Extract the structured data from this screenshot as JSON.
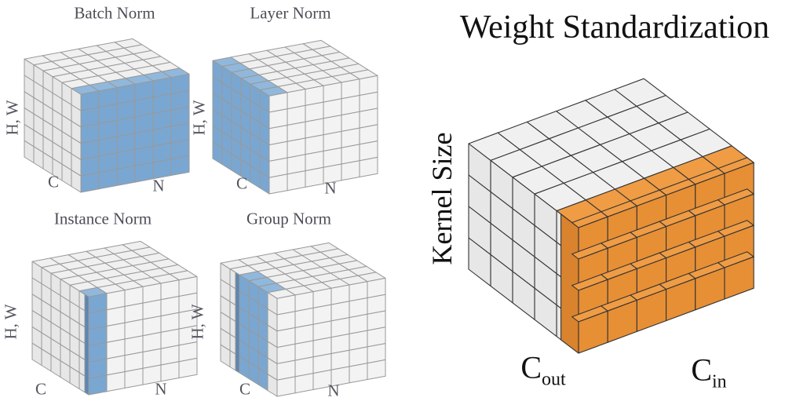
{
  "colors": {
    "blue_face": "#7AA7D1",
    "blue_top": "#90B8DC",
    "blue_side": "#5E87B0",
    "orange_face": "#E78F35",
    "orange_top": "#EF9C45",
    "orange_side": "#D9832E",
    "gray_top": "#F0F0F0",
    "gray_left": "#E7E7E7",
    "gray_right": "#F3F3F3",
    "norm_stroke": "#999999",
    "ws_stroke": "#333333"
  },
  "norm_panel": {
    "cubes": [
      {
        "id": "batch-norm",
        "title": "Batch Norm",
        "axis_vertical": "H, W",
        "axis_left": "C",
        "axis_right": "N",
        "dims": {
          "c": 6,
          "n": 6,
          "z": 6
        },
        "highlight": {
          "face": "right",
          "columns": [
            0,
            1,
            2,
            3,
            4,
            5
          ]
        }
      },
      {
        "id": "layer-norm",
        "title": "Layer Norm",
        "axis_vertical": "H, W",
        "axis_left": "C",
        "axis_right": "N",
        "dims": {
          "c": 6,
          "n": 6,
          "z": 6
        },
        "highlight": {
          "face": "left",
          "columns": [
            0,
            1,
            2,
            3,
            4,
            5
          ]
        }
      },
      {
        "id": "instance-norm",
        "title": "Instance Norm",
        "axis_vertical": "H, W",
        "axis_left": "C",
        "axis_right": "N",
        "dims": {
          "c": 6,
          "n": 6,
          "z": 6
        },
        "highlight": {
          "face": "right",
          "columns": [
            0
          ]
        }
      },
      {
        "id": "group-norm",
        "title": "Group Norm",
        "axis_vertical": "H, W",
        "axis_left": "C",
        "axis_right": "N",
        "dims": {
          "c": 6,
          "n": 6,
          "z": 6
        },
        "highlight": {
          "face": "left",
          "columns": [
            1,
            2,
            3
          ]
        }
      }
    ]
  },
  "ws_panel": {
    "title": "Weight Standardization",
    "cube": {
      "id": "weight-standardization",
      "axis_vertical": "Kernel Size",
      "axis_left": {
        "base": "C",
        "sub": "out"
      },
      "axis_right": {
        "base": "C",
        "sub": "in"
      },
      "dims": {
        "c": 5,
        "n": 6,
        "z": 4
      },
      "highlight": {
        "face": "right",
        "columns": [
          0,
          1,
          2,
          3,
          4,
          5
        ]
      }
    }
  }
}
